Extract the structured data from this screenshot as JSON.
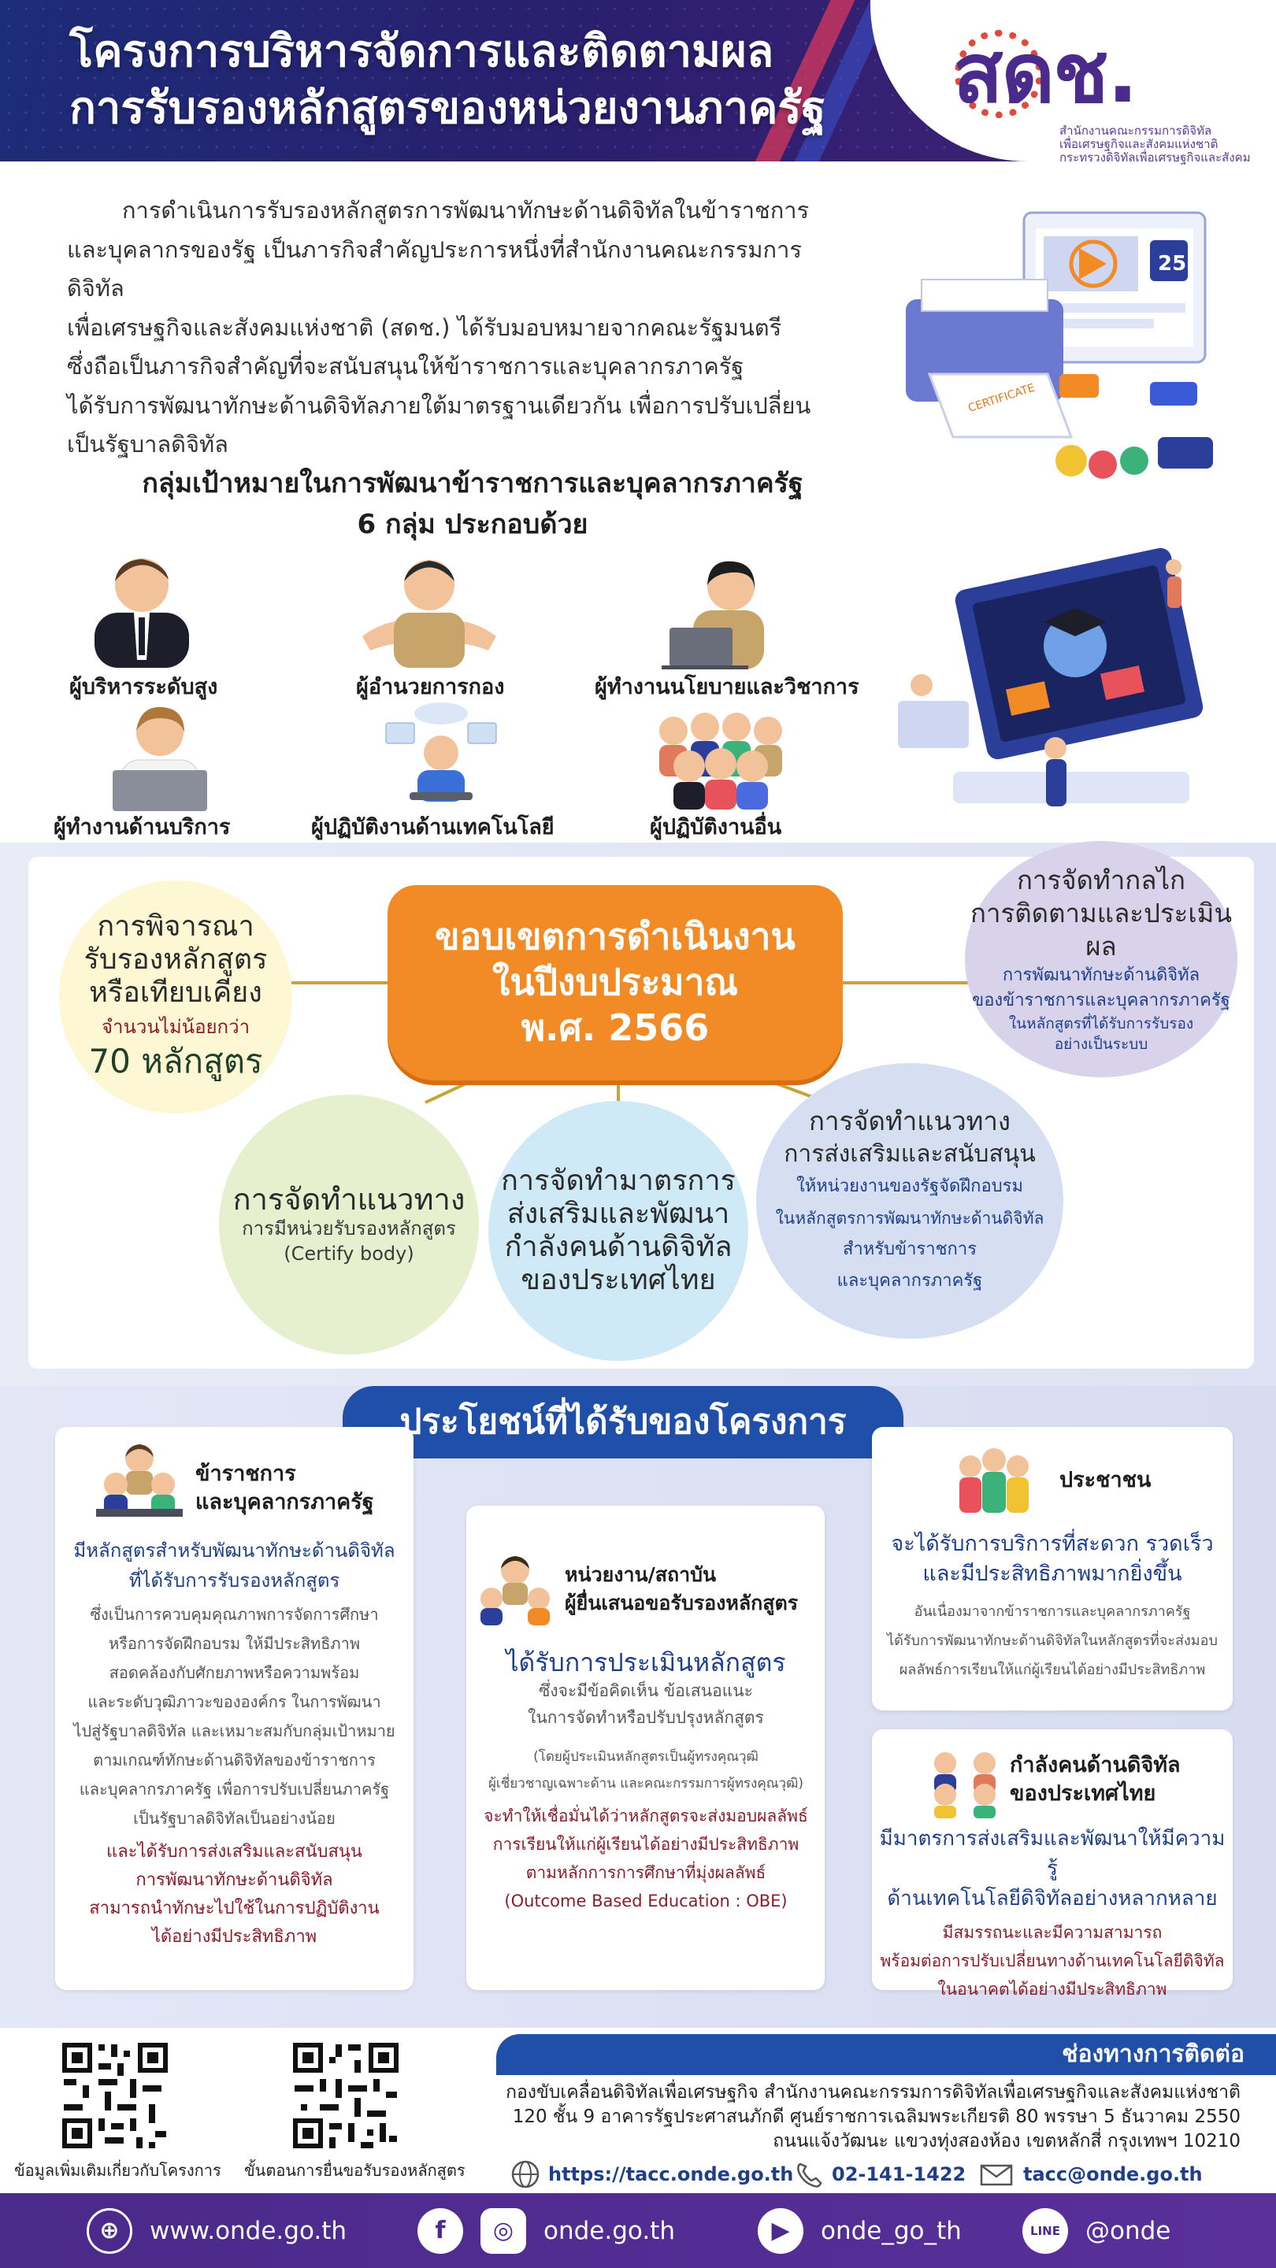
{
  "header": {
    "title_line1": "โครงการบริหารจัดการและติดตามผล",
    "title_line2": "การรับรองหลักสูตรของหน่วยงานภาครัฐ",
    "logo_text": "สดช.",
    "logo_sub1": "สำนักงานคณะกรรมการดิจิทัล",
    "logo_sub2": "เพื่อเศรษฐกิจและสังคมแห่งชาติ",
    "logo_sub3": "กระทรวงดิจิทัลเพื่อเศรษฐกิจและสังคม"
  },
  "intro": {
    "line1": "การดำเนินการรับรองหลักสูตรการพัฒนาทักษะด้านดิจิทัลในข้าราชการ",
    "line2": "และบุคลากรของรัฐ เป็นภารกิจสำคัญประการหนึ่งที่สำนักงานคณะกรรมการดิจิทัล",
    "line3": "เพื่อเศรษฐกิจและสังคมแห่งชาติ (สดช.) ได้รับมอบหมายจากคณะรัฐมนตรี",
    "line4": "ซึ่งถือเป็นภารกิจสำคัญที่จะสนับสนุนให้ข้าราชการและบุคลากรภาครัฐ",
    "line5": "ได้รับการพัฒนาทักษะด้านดิจิทัลภายใต้มาตรฐานเดียวกัน เพื่อการปรับเปลี่ยน",
    "line6": "เป็นรัฐบาลดิจิทัล"
  },
  "groups": {
    "title_line1": "กลุ่มเป้าหมายในการพัฒนาข้าราชการและบุคลากรภาครัฐ",
    "title_line2": "6 กลุ่ม ประกอบด้วย",
    "items": [
      {
        "label": "ผู้บริหารระดับสูง"
      },
      {
        "label": "ผู้อำนวยการกอง"
      },
      {
        "label": "ผู้ทำงานนโยบายและวิชาการ"
      },
      {
        "label": "ผู้ทำงานด้านบริการ"
      },
      {
        "label": "ผู้ปฏิบัติงานด้านเทคโนโลยี"
      },
      {
        "label": "ผู้ปฏิบัติงานอื่น"
      }
    ]
  },
  "scope": {
    "center_line1": "ขอบเขตการดำเนินงาน",
    "center_line2": "ในปีงบประมาณ",
    "center_line3": "พ.ศ. 2566",
    "c1": {
      "l1": "การพิจารณา",
      "l2": "รับรองหลักสูตร",
      "l3": "หรือเทียบเคียง",
      "l4": "จำนวนไม่น้อยกว่า",
      "l5": "70 หลักสูตร"
    },
    "c2": {
      "l1": "การจัดทำแนวทาง",
      "l2": "การมีหน่วยรับรองหลักสูตร",
      "l3": "(Certify body)"
    },
    "c3": {
      "l1": "การจัดทำมาตรการ",
      "l2": "ส่งเสริมและพัฒนา",
      "l3": "กำลังคนด้านดิจิทัล",
      "l4": "ของประเทศไทย"
    },
    "c4": {
      "l1": "การจัดทำแนวทาง",
      "l2": "การส่งเสริมและสนับสนุน",
      "l3": "ให้หน่วยงานของรัฐจัดฝึกอบรม",
      "l4": "ในหลักสูตรการพัฒนาทักษะด้านดิจิทัล",
      "l5": "สำหรับข้าราชการ",
      "l6": "และบุคลากรภาครัฐ"
    },
    "c5": {
      "l1": "การจัดทำกลไก",
      "l2": "การติดตามและประเมินผล",
      "l3": "การพัฒนาทักษะด้านดิจิทัล",
      "l4": "ของข้าราชการและบุคลากรภาครัฐ",
      "l5": "ในหลักสูตรที่ได้รับการรับรอง",
      "l6": "อย่างเป็นระบบ"
    }
  },
  "benefits": {
    "title": "ประโยชน์ที่ได้รับของโครงการ",
    "gov": {
      "h1": "ข้าราชการ",
      "h2": "และบุคลากรภาครัฐ",
      "sub1": "มีหลักสูตรสำหรับพัฒนาทักษะด้านดิจิทัล",
      "sub2": "ที่ได้รับการรับรองหลักสูตร",
      "b1": "ซึ่งเป็นการควบคุมคุณภาพการจัดการศึกษา",
      "b2": "หรือการจัดฝึกอบรม ให้มีประสิทธิภาพ",
      "b3": "สอดคล้องกับศักยภาพหรือความพร้อม",
      "b4": "และระดับวุฒิภาวะขององค์กร ในการพัฒนา",
      "b5": "ไปสู่รัฐบาลดิจิทัล และเหมาะสมกับกลุ่มเป้าหมาย",
      "b6": "ตามเกณฑ์ทักษะด้านดิจิทัลของข้าราชการ",
      "b7": "และบุคลากรภาครัฐ เพื่อการปรับเปลี่ยนภาครัฐ",
      "b8": "เป็นรัฐบาลดิจิทัลเป็นอย่างน้อย",
      "r1": "และได้รับการส่งเสริมและสนับสนุน",
      "r2": "การพัฒนาทักษะด้านดิจิทัล",
      "r3": "สามารถนำทักษะไปใช้ในการปฏิบัติงาน",
      "r4": "ได้อย่างมีประสิทธิภาพ"
    },
    "agency": {
      "h1": "หน่วยงาน/สถาบัน",
      "h2": "ผู้ยื่นเสนอขอรับรองหลักสูตร",
      "sub1": "ได้รับการประเมินหลักสูตร",
      "b1": "ซึ่งจะมีข้อคิดเห็น ข้อเสนอแนะ",
      "b2": "ในการจัดทำหรือปรับปรุงหลักสูตร",
      "b3": "(โดยผู้ประเมินหลักสูตรเป็นผู้ทรงคุณวุฒิ",
      "b4": "ผู้เชี่ยวชาญเฉพาะด้าน และคณะกรรมการผู้ทรงคุณวุฒิ)",
      "r1": "จะทำให้เชื่อมั่นได้ว่าหลักสูตรจะส่งมอบผลลัพธ์",
      "r2": "การเรียนให้แก่ผู้เรียนได้อย่างมีประสิทธิภาพ",
      "r3": "ตามหลักการการศึกษาที่มุ่งผลลัพธ์",
      "r4": "(Outcome Based Education : OBE)"
    },
    "people": {
      "h1": "ประชาชน",
      "sub1": "จะได้รับการบริการที่สะดวก รวดเร็ว",
      "sub2": "และมีประสิทธิภาพมากยิ่งขึ้น",
      "b1": "อันเนื่องมาจากข้าราชการและบุคลากรภาครัฐ",
      "b2": "ได้รับการพัฒนาทักษะด้านดิจิทัลในหลักสูตรที่จะส่งมอบ",
      "b3": "ผลลัพธ์การเรียนให้แก่ผู้เรียนได้อย่างมีประสิทธิภาพ"
    },
    "workforce": {
      "h1": "กำลังคนด้านดิจิทัล",
      "h2": "ของประเทศไทย",
      "sub1": "มีมาตรการส่งเสริมและพัฒนาให้มีความรู้",
      "sub2": "ด้านเทคโนโลยีดิจิทัลอย่างหลากหลาย",
      "r1": "มีสมรรถนะและมีความสามารถ",
      "r2": "พร้อมต่อการปรับเปลี่ยนทางด้านเทคโนโลยีดิจิทัล",
      "r3": "ในอนาคตได้อย่างมีประสิทธิภาพ"
    }
  },
  "contact": {
    "title": "ช่องทางการติดต่อ",
    "addr1": "กองขับเคลื่อนดิจิทัลเพื่อเศรษฐกิจ สำนักงานคณะกรรมการดิจิทัลเพื่อเศรษฐกิจและสังคมแห่งชาติ",
    "addr2": "120 ชั้น 9 อาคารรัฐประศาสนภักดี ศูนย์ราชการเฉลิมพระเกียรติ 80 พรรษา 5 ธันวาคม 2550",
    "addr3": "ถนนแจ้งวัฒนะ แขวงทุ่งสองห้อง เขตหลักสี่ กรุงเทพฯ 10210",
    "web": "https://tacc.onde.go.th",
    "phone": "02-141-1422",
    "email": "tacc@onde.go.th",
    "qr1_label": "ข้อมูลเพิ่มเติมเกี่ยวกับโครงการ",
    "qr2_label": "ขั้นตอนการยื่นขอรับรองหลักสูตร"
  },
  "footer": {
    "website": "www.onde.go.th",
    "facebook": "onde.go.th",
    "youtube": "onde_go_th",
    "line": "@onde"
  },
  "colors": {
    "header_navy": "#1c2c78",
    "purple": "#4a2a8a",
    "orange": "#f28b25",
    "blue": "#1f4fa8",
    "dark_red": "#8c1c2a"
  }
}
